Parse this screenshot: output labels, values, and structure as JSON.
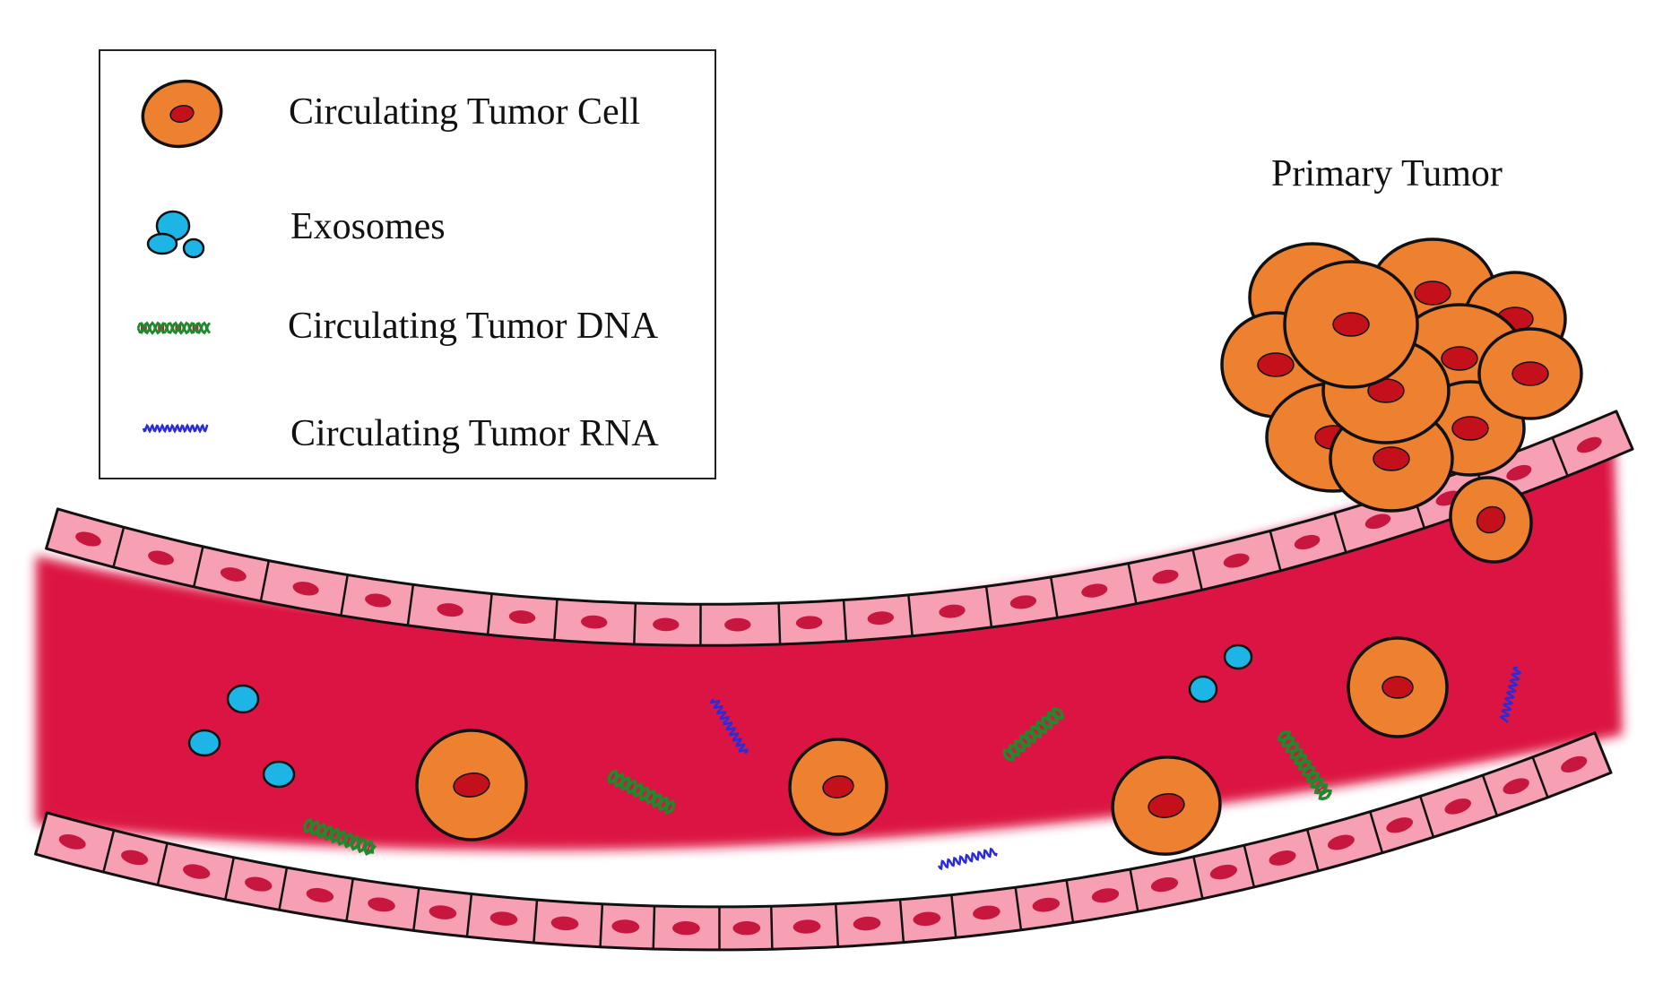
{
  "legend": {
    "items": [
      {
        "label": "Circulating Tumor Cell",
        "icon": "tumor-cell-icon"
      },
      {
        "label": "Exosomes",
        "icon": "exosome-icon"
      },
      {
        "label": "Circulating Tumor DNA",
        "icon": "dna-icon"
      },
      {
        "label": "Circulating Tumor RNA",
        "icon": "rna-icon"
      }
    ]
  },
  "primary_tumor": {
    "label": "Primary Tumor"
  },
  "colors": {
    "blood": "#dc1443",
    "endothelium_fill": "#f7a0b4",
    "endothelium_nucleus": "#c8173f",
    "cell_body": "#ee8130",
    "cell_nucleus": "#c4101b",
    "exosome": "#1cb5e6",
    "dna_strand": "#1f8a2c",
    "dna_rung": "#c8173f",
    "rna": "#2b2bd8",
    "outline": "#111111"
  }
}
